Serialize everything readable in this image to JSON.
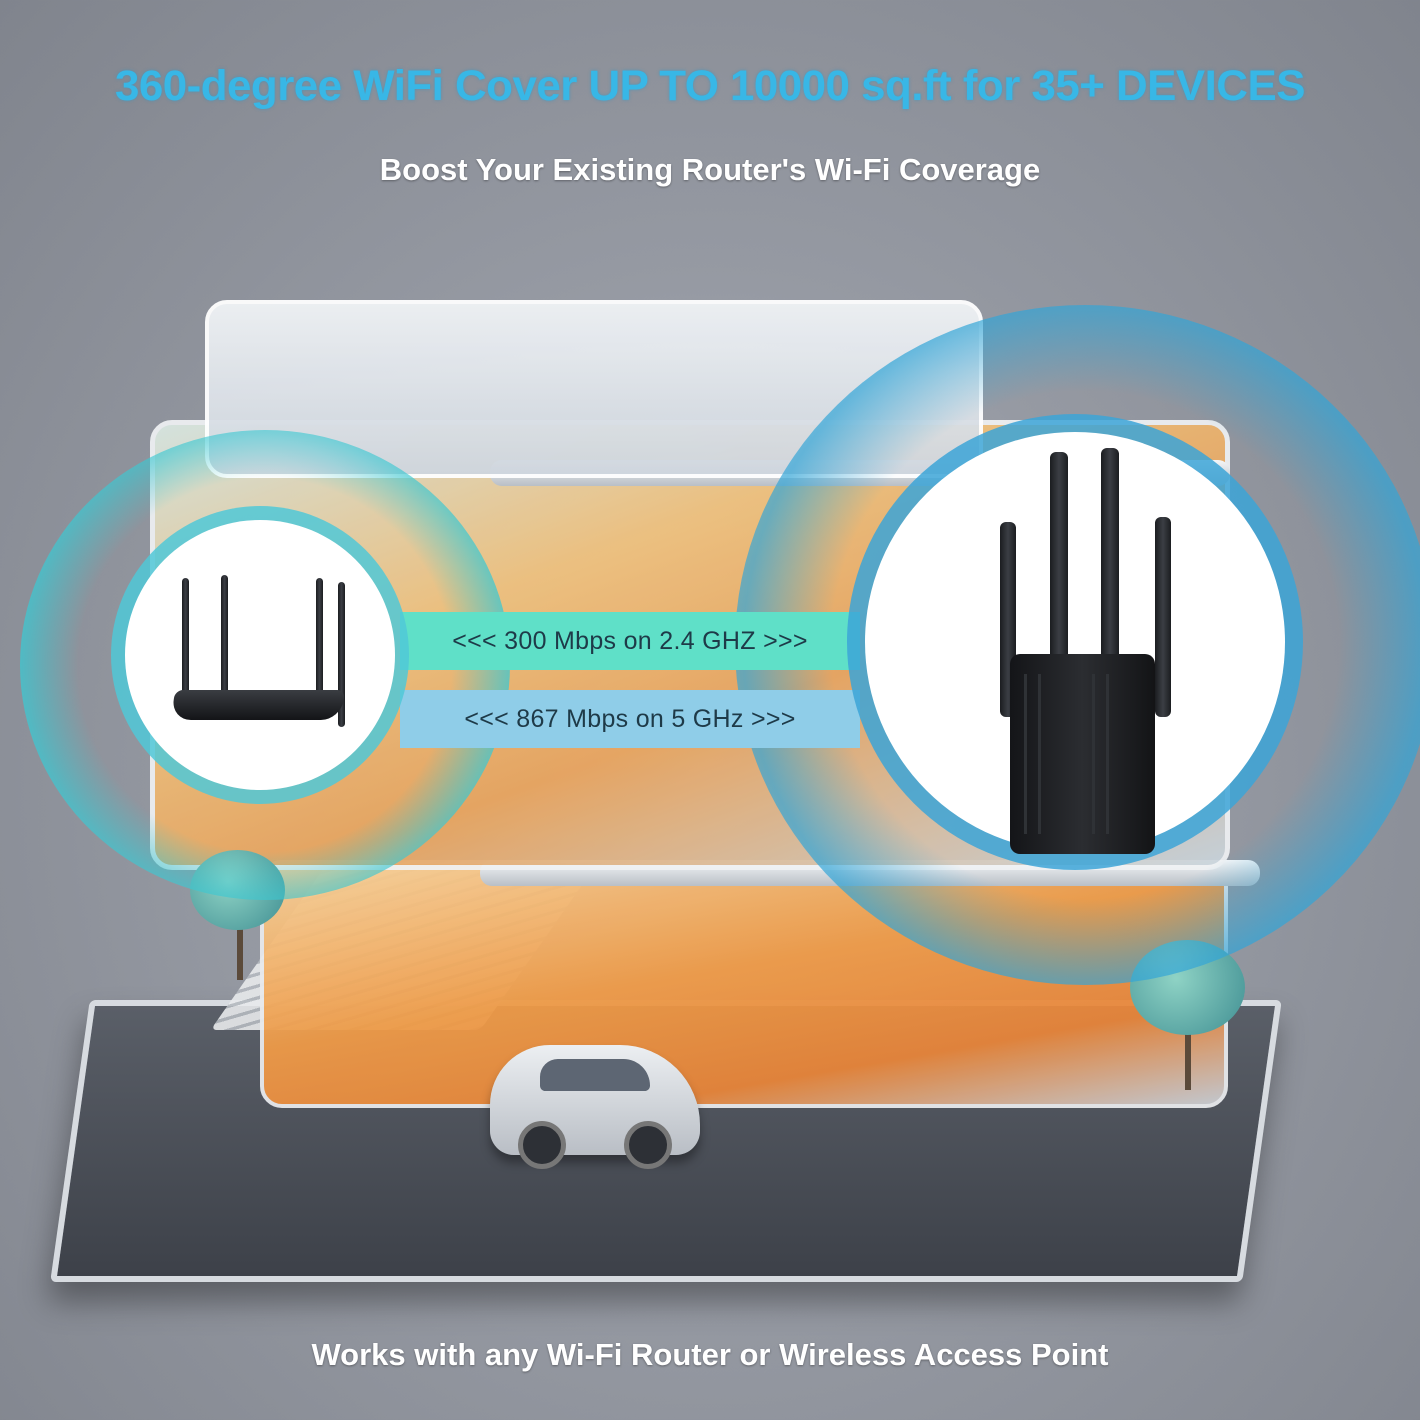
{
  "headline": "360-degree WiFi Cover UP TO 10000 sq.ft for 35+ DEVICES",
  "subheadline": "Boost Your Existing Router's Wi-Fi Coverage",
  "speed_bands": [
    {
      "label": "<<< 300 Mbps on 2.4 GHZ >>>",
      "color": "#5fe0c8"
    },
    {
      "label": "<<< 867 Mbps on 5 GHz >>>",
      "color": "#8fcde8"
    }
  ],
  "devices": {
    "left": "router-icon",
    "right": "wifi-extender-icon"
  },
  "footer": "Works with any Wi-Fi Router or Wireless Access Point",
  "colors": {
    "headline": "#38b7e6",
    "background": "#969aa3",
    "ring_left": "#3cc8d2",
    "ring_right": "#32a5d7"
  }
}
